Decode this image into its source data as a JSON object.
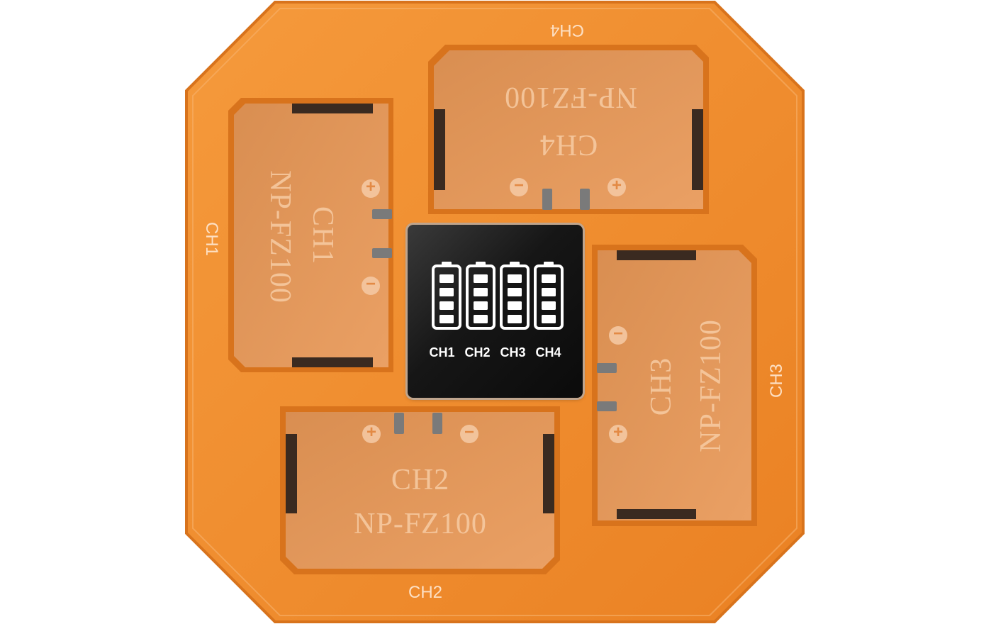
{
  "charger": {
    "edge_labels": {
      "top": "CH4",
      "left": "CH1",
      "right": "CH3",
      "bottom": "CH2"
    },
    "bays": [
      {
        "channel": "CH1",
        "model": "NP-FZ100"
      },
      {
        "channel": "CH2",
        "model": "NP-FZ100"
      },
      {
        "channel": "CH3",
        "model": "NP-FZ100"
      },
      {
        "channel": "CH4",
        "model": "NP-FZ100"
      }
    ],
    "display": {
      "channels": [
        "CH1",
        "CH2",
        "CH3",
        "CH4"
      ],
      "battery_level_bars": [
        4,
        4,
        4,
        4
      ]
    },
    "terminal_symbols": {
      "plus": "+",
      "minus": "−"
    },
    "colors": {
      "body": "#f18a2c",
      "body_shadow": "#d8731c",
      "bay_floor": "#e59a5a",
      "display": "#111111"
    }
  }
}
